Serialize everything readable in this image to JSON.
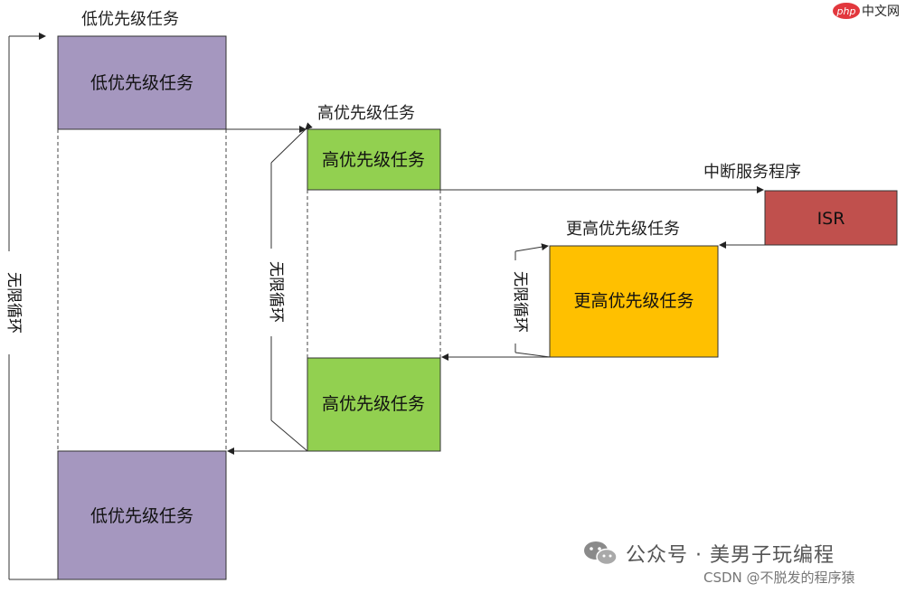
{
  "captions": {
    "low_top": "低优先级任务",
    "high_top": "高优先级任务",
    "isr": "中断服务程序",
    "higher": "更高优先级任务"
  },
  "boxes": {
    "low1": "低优先级任务",
    "high1": "高优先级任务",
    "isr": "ISR",
    "higher": "更高优先级任务",
    "high2": "高优先级任务",
    "low2": "低优先级任务"
  },
  "loops": {
    "outer": "无限循环",
    "middle": "无限循环",
    "inner": "无限循环"
  },
  "colors": {
    "low": "#a597bf",
    "high": "#92d050",
    "isr": "#c0504d",
    "higher": "#ffc000"
  },
  "watermark": {
    "php_logo": "php",
    "php_text": "中文网",
    "wechat": "公众号 · 美男子玩编程",
    "csdn": "CSDN @不脱发的程序猿"
  }
}
